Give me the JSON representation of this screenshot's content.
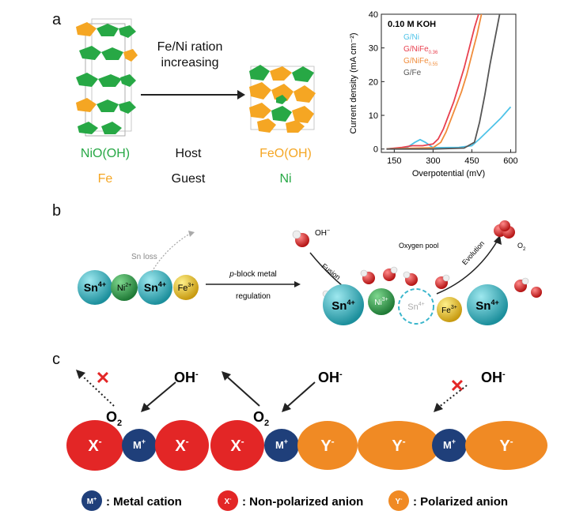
{
  "panel_a": {
    "letter": "a",
    "arrow_text": [
      "Fe/Ni ration",
      "increasing"
    ],
    "left_label": "NiO(OH)",
    "left_sub": "Fe",
    "mid_label": "Host",
    "mid_sub": "Guest",
    "right_label": "FeO(OH)",
    "right_sub": "Ni",
    "colors": {
      "green": "#27a845",
      "orange": "#f5a623"
    }
  },
  "chart_data": {
    "type": "line",
    "title": "0.10 M KOH",
    "xlabel": "Overpotential (mV)",
    "ylabel": "Current density (mA cm⁻²)",
    "xlim": [
      100,
      620
    ],
    "ylim": [
      -1,
      40
    ],
    "x_ticks": [
      150,
      300,
      450,
      600
    ],
    "y_ticks": [
      0,
      10,
      20,
      30,
      40
    ],
    "legend_position": "top-left",
    "series": [
      {
        "name": "G/Ni",
        "color": "#4fc3e8",
        "x": [
          120,
          200,
          230,
          250,
          270,
          300,
          400,
          450,
          480,
          520,
          560,
          600
        ],
        "y": [
          0,
          0.5,
          2,
          2.8,
          2,
          0.4,
          0.5,
          1,
          3,
          6,
          9,
          12.5
        ]
      },
      {
        "name": "G/NiFe",
        "sub": "0.36",
        "color": "#e8404f",
        "x": [
          120,
          180,
          220,
          260,
          300,
          320,
          340,
          360,
          380,
          400,
          420,
          440,
          460,
          480
        ],
        "y": [
          0,
          0.5,
          1,
          1,
          1.5,
          3,
          6,
          10,
          14,
          19,
          24,
          30,
          36,
          41
        ]
      },
      {
        "name": "G/NiFe",
        "sub": "0.55",
        "color": "#f08c3a",
        "x": [
          120,
          200,
          300,
          330,
          350,
          370,
          390,
          410,
          430,
          450,
          470,
          490
        ],
        "y": [
          0,
          0.2,
          0.4,
          2,
          5,
          9,
          13,
          17,
          22,
          28,
          34,
          41
        ]
      },
      {
        "name": "G/Fe",
        "color": "#555555",
        "x": [
          120,
          300,
          420,
          460,
          480,
          500,
          520,
          540,
          560
        ],
        "y": [
          0,
          0,
          0.3,
          2,
          8,
          16,
          25,
          33,
          41
        ]
      }
    ]
  },
  "panel_b": {
    "letter": "b",
    "sn_loss": "Sn loss",
    "left_ions": [
      "Sn",
      "Ni",
      "Sn",
      "Fe"
    ],
    "left_charges": [
      "4+",
      "2+",
      "4+",
      "3+"
    ],
    "arrow_top_italic": "p",
    "arrow_top_rest": "-block metal",
    "arrow_bottom": "regulation",
    "oh_label": "OH",
    "oh_sup": "−",
    "fusion": "Fusion",
    "oxygen_pool": "Oxygen pool",
    "evolution": "Evolution",
    "o2": "O",
    "o2_sub": "2",
    "right_ions": [
      "Sn",
      "Ni",
      "Sn",
      "Fe",
      "Sn"
    ],
    "right_charges": [
      "4+",
      "3+",
      "4+",
      "3+",
      "4+"
    ],
    "colors": {
      "sn": "#2fb6c4",
      "ni": "#2e9b4a",
      "fe": "#e8c21e",
      "oxygen": "#e02727"
    }
  },
  "panel_c": {
    "letter": "c",
    "oh": "OH",
    "oh_sup": "-",
    "o2": "O",
    "o2_sub": "2",
    "cross": "✕",
    "groups": [
      [
        "X",
        "M",
        "X"
      ],
      [
        "X",
        "M",
        "Y"
      ],
      [
        "Y",
        "M",
        "Y"
      ]
    ],
    "charges": {
      "X": "-",
      "Y": "-",
      "M": "+"
    },
    "legend": [
      {
        "symbol": "M",
        "sup": "+",
        "text": ": Metal cation"
      },
      {
        "symbol": "X",
        "sup": "-",
        "text": ": Non-polarized anion"
      },
      {
        "symbol": "Y",
        "sup": "-",
        "text": ": Polarized anion"
      }
    ],
    "colors": {
      "x": "#e32626",
      "m": "#1f3f7a",
      "y": "#f08a24"
    }
  }
}
